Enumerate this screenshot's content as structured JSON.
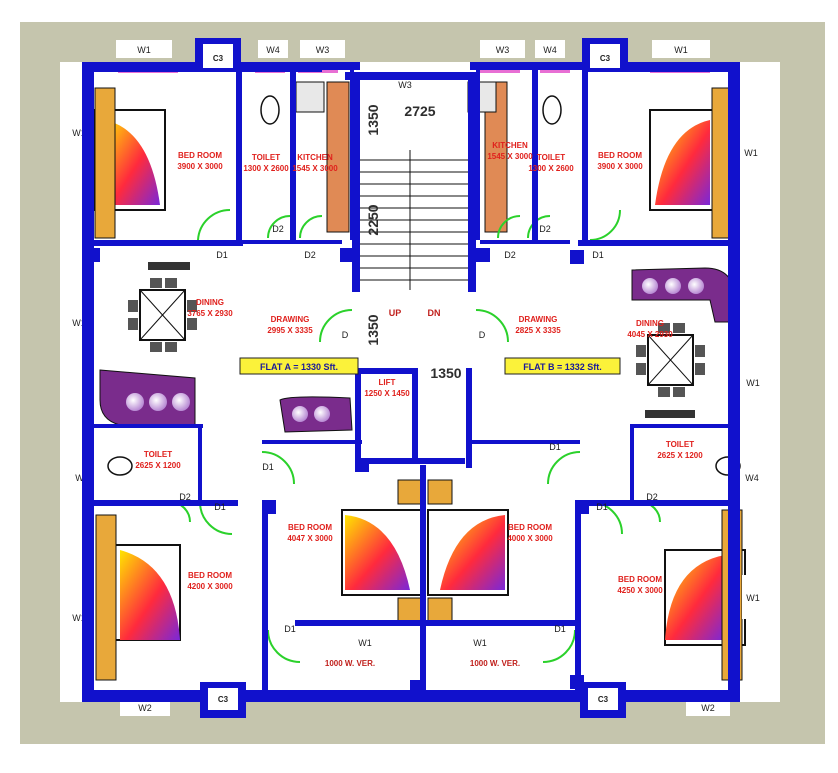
{
  "colors": {
    "wall": "#1111cc",
    "frame": "#c5c5ad",
    "room_label": "#e0201c",
    "door_arc": "#2bd12b",
    "window": "#e86fd4",
    "flat_label_bg": "#fbf23a",
    "sofa": "#7a2c8c",
    "cabinet": "#e08a55",
    "bed_pillow_gradient": [
      "#ffe600",
      "#ff2a3d",
      "#7a28d9"
    ]
  },
  "rooms": [
    {
      "id": "bed-tl",
      "name": "BED ROOM",
      "size": "3900 X 3000"
    },
    {
      "id": "toilet-tl",
      "name": "TOILET",
      "size": "1300 X 2600"
    },
    {
      "id": "kitchen-l",
      "name": "KITCHEN",
      "size": "1545 X 3000"
    },
    {
      "id": "kitchen-r",
      "name": "KITCHEN",
      "size": "1545 X 3000"
    },
    {
      "id": "toilet-tr",
      "name": "TOILET",
      "size": "1300 X 2600"
    },
    {
      "id": "bed-tr",
      "name": "BED ROOM",
      "size": "3900 X 3000"
    },
    {
      "id": "dining-l",
      "name": "DINING",
      "size": "3765 X 2930"
    },
    {
      "id": "drawing-l",
      "name": "DRAWING",
      "size": "2995 X 3335"
    },
    {
      "id": "drawing-r",
      "name": "DRAWING",
      "size": "2825 X 3335"
    },
    {
      "id": "dining-r",
      "name": "DINING",
      "size": "4045 X 2930"
    },
    {
      "id": "lift",
      "name": "LIFT",
      "size": "1250 X 1450"
    },
    {
      "id": "toilet-ml",
      "name": "TOILET",
      "size": "2625 X 1200"
    },
    {
      "id": "toilet-mr",
      "name": "TOILET",
      "size": "2625 X 1200"
    },
    {
      "id": "bed-bl",
      "name": "BED ROOM",
      "size": "4200 X 3000"
    },
    {
      "id": "bed-bml",
      "name": "BED ROOM",
      "size": "4047 X 3000"
    },
    {
      "id": "bed-bmr",
      "name": "BED ROOM",
      "size": "4000 X 3000"
    },
    {
      "id": "bed-br",
      "name": "BED ROOM",
      "size": "4250 X 3000"
    }
  ],
  "flat_labels": {
    "a": "FLAT A = 1330 Sft.",
    "b": "FLAT B = 1332 Sft."
  },
  "stair": {
    "up": "UP",
    "down": "DN"
  },
  "dimensions": {
    "top": "2725",
    "left_upper": "1350",
    "left_mid": "2250",
    "left_lower": "1350",
    "lift_top": "1350"
  },
  "verandas": {
    "left": "1000  W.  VER.",
    "right": "1000  W.  VER."
  },
  "windows": {
    "w1": "W1",
    "w2": "W2",
    "w3": "W3",
    "w4": "W4",
    "w5": "W3"
  },
  "columns": {
    "c3": "C3"
  },
  "doors": {
    "d": "D",
    "d1": "D1",
    "d2": "D2"
  }
}
